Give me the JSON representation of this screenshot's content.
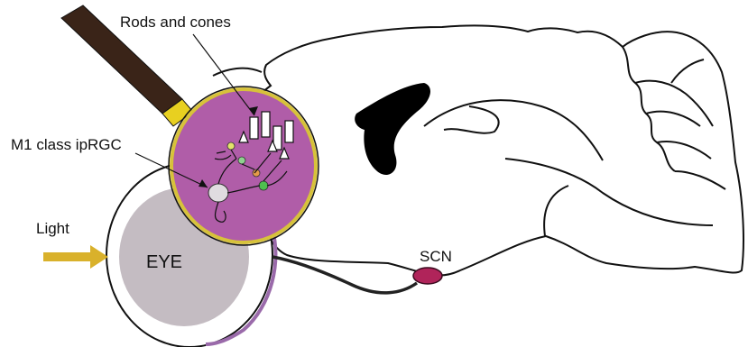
{
  "labels": {
    "rods_and_cones": "Rods and cones",
    "ipRGC": "M1 class ipRGC",
    "light": "Light",
    "eye": "EYE",
    "scn": "SCN"
  },
  "colors": {
    "magnifier_fill": "#B05DA8",
    "magnifier_rim": "#D7C23A",
    "handle": "#3A2418",
    "collar": "#E8D020",
    "eye_fill": "#C4BCC2",
    "eye_outer_edge": "#9A6AAA",
    "light_arrow": "#D9B12B",
    "scn_fill": "#B0245A",
    "dark_ventricle": "#000000"
  }
}
